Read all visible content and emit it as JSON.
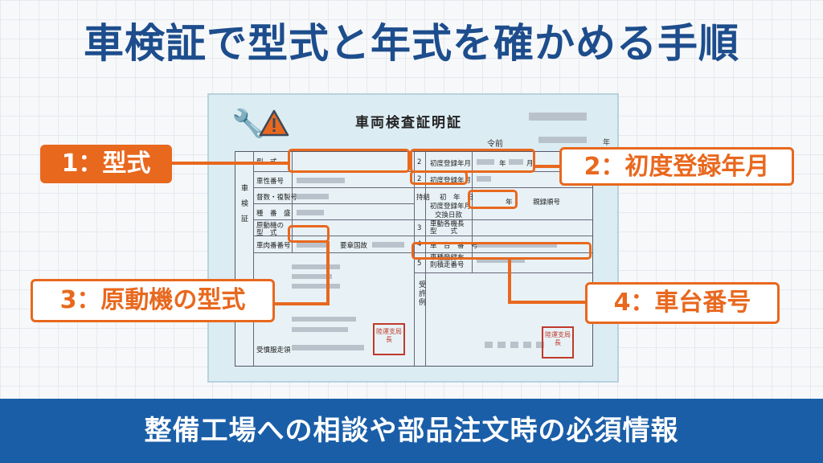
{
  "title": "車検証で型式と年式を確かめる手順",
  "footer": "整備工場への相談や部品注文時の必須情報",
  "certificate": {
    "title": "車両検査証明証",
    "era": "令前",
    "year_suffix": "年",
    "side_label": "車検証",
    "fields_left": {
      "model": "型　式",
      "vehicle_number": "車性番号",
      "kind": "督数・複製号",
      "type": "種　番　盛",
      "engine": "原動機の型　式",
      "chassis_number": "車肉番番号",
      "status": "要章国故",
      "bottom": "受慣服走領"
    },
    "fields_right": {
      "n2a": "2",
      "first_reg": "初度登録年月",
      "year": "年",
      "month": "月",
      "n2b": "2",
      "first_reg_b": "初度登録年月",
      "initial": "初　年　日",
      "initial_b": "初度登録年月",
      "year_b": "年",
      "serial": "親録順号",
      "exchange": "交換日款",
      "n3": "3",
      "engine_r": "車動各機長型　　式",
      "n4": "4",
      "chassis_r": "車　台　番　号",
      "n5": "5",
      "regist": "車種登録布則積走番号",
      "remarks": "受許例",
      "seal_label": "持結"
    },
    "seal_text": "陸運支局長"
  },
  "callouts": {
    "c1": "1：型式",
    "c2": "2：初度登録年月",
    "c3": "3：原動機の型式",
    "c4": "4：車台番号"
  },
  "colors": {
    "accent": "#e8681e",
    "title": "#1d4d8c",
    "footer": "#1a5ea8"
  },
  "icons": [
    "wrench-icon",
    "warning-icon",
    "seal-stamp-icon"
  ]
}
